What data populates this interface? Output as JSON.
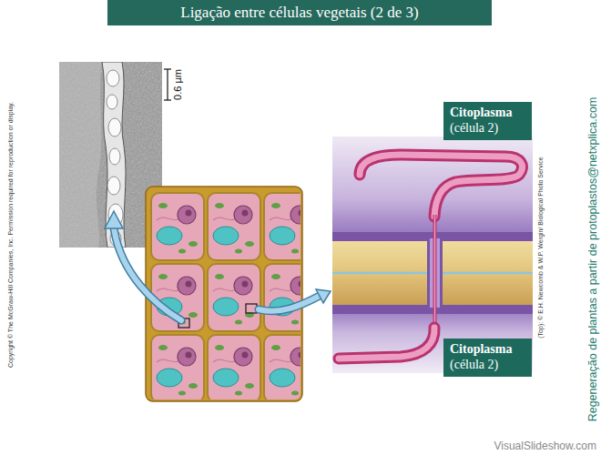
{
  "diagram": {
    "title": "Ligação entre células vegetais (2 de 3)",
    "nodes": [
      {
        "text": [
          "Citoplasma",
          "(célula 2)"
        ]
      },
      {
        "text": [
          "Citoplasma",
          "(célula 2)"
        ]
      }
    ],
    "labels": [
      "0.6 µm",
      "Copyright © The McGraw-Hill Companies, Inc. Permission required for reproduction or display.",
      "(Top): © E.H. Newcomb & W.P. Wergin/ Biological Photo Service",
      "Regeneração de plantas a partir de protoplastos@netxplica.com",
      "VisualSlideshow.com"
    ]
  }
}
